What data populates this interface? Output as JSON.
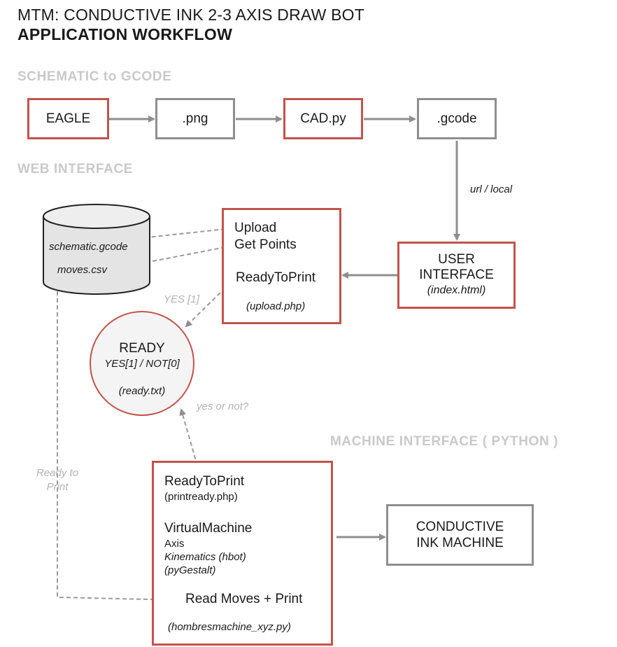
{
  "header": {
    "title_line1": "MTM: CONDUCTIVE INK 2-3 AXIS DRAW BOT",
    "title_line2": "APPLICATION WORKFLOW"
  },
  "sections": {
    "schematic": "SCHEMATIC to GCODE",
    "web": "WEB INTERFACE",
    "machine": "MACHINE INTERFACE ( PYTHON )"
  },
  "nodes": {
    "eagle": "EAGLE",
    "png": ".png",
    "cad": "CAD.py",
    "gcode": ".gcode",
    "user_interface": {
      "line1": "USER",
      "line2": "INTERFACE",
      "sub": "(index.html)"
    },
    "upload": {
      "line1": "Upload",
      "line2": "Get Points",
      "line3": "ReadyToPrint",
      "sub": "(upload.php)"
    },
    "database": {
      "file1": "schematic.gcode",
      "file2": "moves.csv"
    },
    "ready": {
      "title": "READY",
      "values": "YES[1] / NOT[0]",
      "file": "(ready.txt)"
    },
    "machine": {
      "ready_title": "ReadyToPrint",
      "ready_file": "(printready.php)",
      "vm_title": "VirtualMachine",
      "vm_axis": "Axis",
      "vm_kinematics": "Kinematics (hbot)",
      "vm_gestalt": "(pyGestalt)",
      "read_moves": "Read Moves + Print",
      "file": "(hombresmachine_xyz.py)"
    },
    "conductive": {
      "line1": "CONDUCTIVE",
      "line2": "INK MACHINE"
    }
  },
  "edge_labels": {
    "url_local": "url / local",
    "yes1": "YES [1]",
    "yes_or_not": "yes or not?",
    "ready_to_print": {
      "line1": "Ready to",
      "line2": "Print"
    }
  },
  "colors": {
    "red_border": "#c0544c",
    "gray_border": "#8e8e8e",
    "arrow": "#8e8e8e",
    "section_text": "#c9c9c9"
  }
}
